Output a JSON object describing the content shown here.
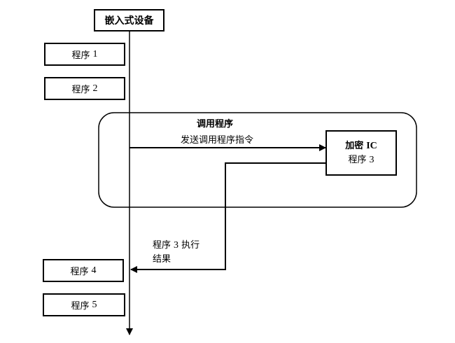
{
  "device": {
    "label": "嵌入式设备"
  },
  "programs": [
    {
      "name": "程序",
      "num": "1"
    },
    {
      "name": "程序",
      "num": "2"
    },
    {
      "name": "程序",
      "num": "4"
    },
    {
      "name": "程序",
      "num": "5"
    }
  ],
  "call_group": {
    "title": "调用程序",
    "send_label": "发送调用程序指令"
  },
  "crypto_ic": {
    "title_cn": "加密",
    "title_en": "IC",
    "program_name": "程序",
    "program_num": "3"
  },
  "result": {
    "line1_name": "程序",
    "line1_num": "3",
    "line1_suffix": "执行",
    "line2": "结果"
  }
}
